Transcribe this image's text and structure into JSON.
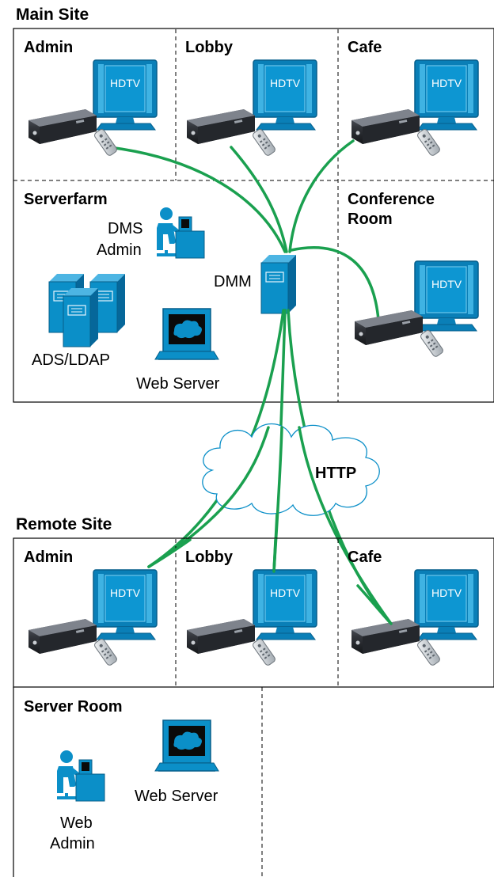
{
  "main_site": {
    "title": "Main Site",
    "rooms": {
      "admin": "Admin",
      "lobby": "Lobby",
      "cafe": "Cafe",
      "serverfarm": "Serverfarm",
      "conference_line1": "Conference",
      "conference_line2": "Room"
    },
    "labels": {
      "dms_line1": "DMS",
      "dms_line2": "Admin",
      "dmm": "DMM",
      "ads_ldap": "ADS/LDAP",
      "web_server": "Web Server"
    }
  },
  "remote_site": {
    "title": "Remote Site",
    "rooms": {
      "admin": "Admin",
      "lobby": "Lobby",
      "cafe": "Cafe",
      "server_room": "Server Room"
    },
    "labels": {
      "web_server": "Web Server",
      "web_admin_line1": "Web",
      "web_admin_line2": "Admin"
    }
  },
  "tv_label": "HDTV",
  "network_label": "HTTP",
  "colors": {
    "device_blue": "#0b8fc8",
    "link_green": "#1aa04f"
  }
}
